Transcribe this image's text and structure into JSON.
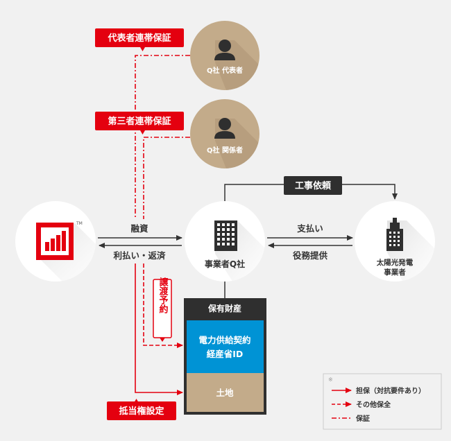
{
  "labels": {
    "representative_guarantee": "代表者連帯保証",
    "third_party_guarantee": "第三者連帯保証",
    "mortgage_setting": "抵当権設定",
    "assignment_reservation": "譲渡予約",
    "construction_request": "工事依頼"
  },
  "nodes": {
    "q_representative": "Q社 代表者",
    "q_related": "Q社 関係者",
    "business_q": "事業者Q社",
    "solar_business_line1": "太陽光発電",
    "solar_business_line2": "事業者",
    "logo_tm": "TM"
  },
  "flows": {
    "financing": "融資",
    "interest_repayment": "利払い・返済",
    "payment": "支払い",
    "service_provision": "役務提供"
  },
  "assets": {
    "header": "保有財産",
    "contract_line1": "電力供給契約",
    "contract_line2": "経産省ID",
    "land": "土地"
  },
  "legend": {
    "mark": "※",
    "security": "担保（対抗要件あり）",
    "other_security": "その他保全",
    "guarantee": "保証"
  },
  "colors": {
    "red": "#e4000f",
    "dark": "#2f2f2f",
    "tan": "#c3ab8a",
    "blue": "#0093d5",
    "background": "#f1f1f1"
  }
}
